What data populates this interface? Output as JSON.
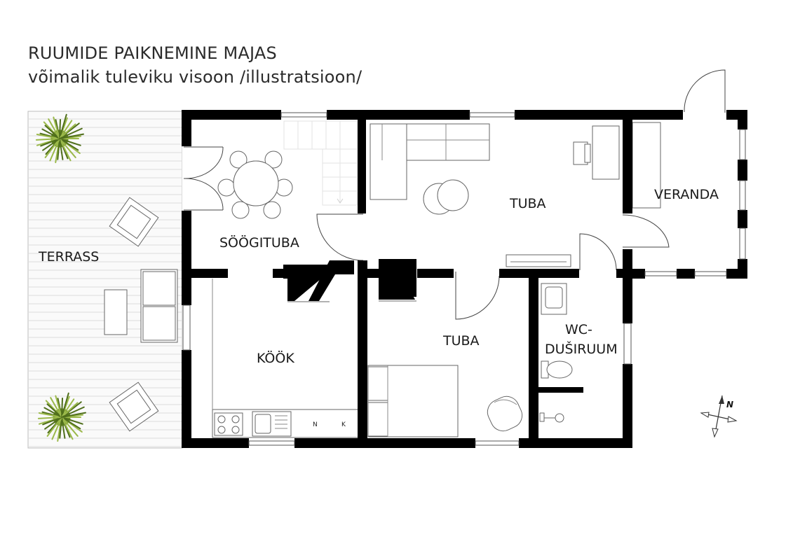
{
  "header": {
    "title": "RUUMIDE PAIKNEMINE MAJAS",
    "subtitle": "võimalik tuleviku visoon /illustratsioon/"
  },
  "rooms": {
    "terrass": "TERRASS",
    "soogituba": "SÖÖGITUBA",
    "tuba_living": "TUBA",
    "veranda": "VERANDA",
    "kook": "KÖÖK",
    "tuba_bedroom": "TUBA",
    "wc_line1": "WC-",
    "wc_line2": "DUŠIRUUM"
  },
  "appliances": {
    "n": "N",
    "k": "K"
  },
  "compass": {
    "north_label": "N"
  }
}
